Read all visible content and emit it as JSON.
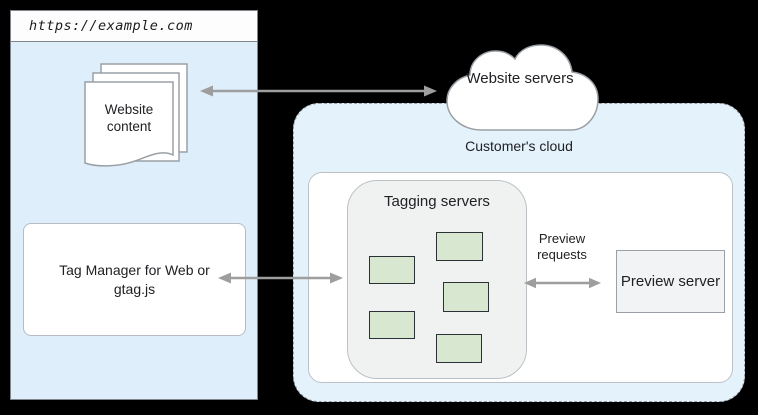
{
  "diagram": {
    "browser": {
      "url": "https://example.com",
      "website_content_label": "Website content",
      "tag_manager_label": "Tag Manager for Web or gtag.js"
    },
    "cloud": {
      "website_servers_label": "Website servers",
      "region_label": "Customer's cloud",
      "tagging_servers_title": "Tagging servers",
      "server_chip_count": 5,
      "preview_requests_label": "Preview requests",
      "preview_server_label": "Preview server"
    }
  },
  "colors": {
    "background": "#000000",
    "browser_body": "#dfeefb",
    "titlebar": "#fdfdfd",
    "region_fill": "#e4f2fc",
    "panel_fill": "#ffffff",
    "tagging_fill": "#f0f2f2",
    "preview_fill": "#f1f3f4",
    "server_chip_fill": "#d7e7d0",
    "server_chip_border": "#2b3137",
    "border_gray": "#9aa0a6",
    "arrow_gray": "#9e9e9e",
    "text": "#202124"
  }
}
